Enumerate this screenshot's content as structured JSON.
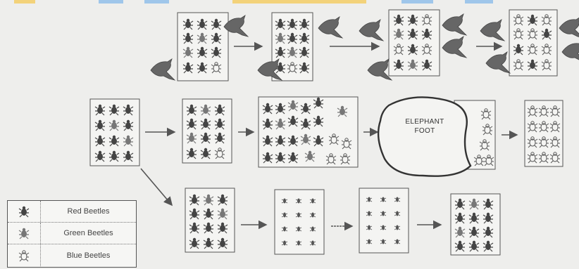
{
  "legend": {
    "items": [
      {
        "label": "Red Beetles",
        "kind": "red"
      },
      {
        "label": "Green Beetles",
        "kind": "green"
      },
      {
        "label": "Blue Beetles",
        "kind": "blue"
      }
    ]
  },
  "labels": {
    "elephant_line1": "ELEPHANT",
    "elephant_line2": "FOOT"
  },
  "colors": {
    "ink": "#3a3a3a",
    "paper": "#f4f4f2",
    "background": "#eeeeec"
  },
  "top_band_colors": [
    "#f3d27a",
    "#9fc6ea"
  ]
}
